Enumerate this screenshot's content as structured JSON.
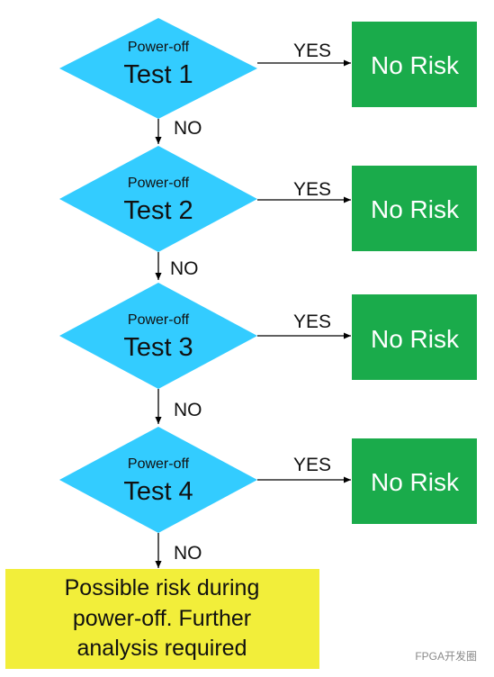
{
  "tests": [
    {
      "subtitle": "Power-off",
      "title": "Test 1",
      "yes_label": "YES",
      "result": "No Risk",
      "no_label": "NO"
    },
    {
      "subtitle": "Power-off",
      "title": "Test 2",
      "yes_label": "YES",
      "result": "No Risk",
      "no_label": "NO"
    },
    {
      "subtitle": "Power-off",
      "title": "Test 3",
      "yes_label": "YES",
      "result": "No Risk",
      "no_label": "NO"
    },
    {
      "subtitle": "Power-off",
      "title": "Test 4",
      "yes_label": "YES",
      "result": "No Risk",
      "no_label": "NO"
    }
  ],
  "final": {
    "lines": [
      "Possible risk during",
      "power-off. Further",
      "analysis required"
    ]
  },
  "watermark": "FPGA开发圈",
  "colors": {
    "decision": "#33ccff",
    "result": "#1aab4b",
    "final": "#f2ee3a",
    "line": "#000000"
  }
}
